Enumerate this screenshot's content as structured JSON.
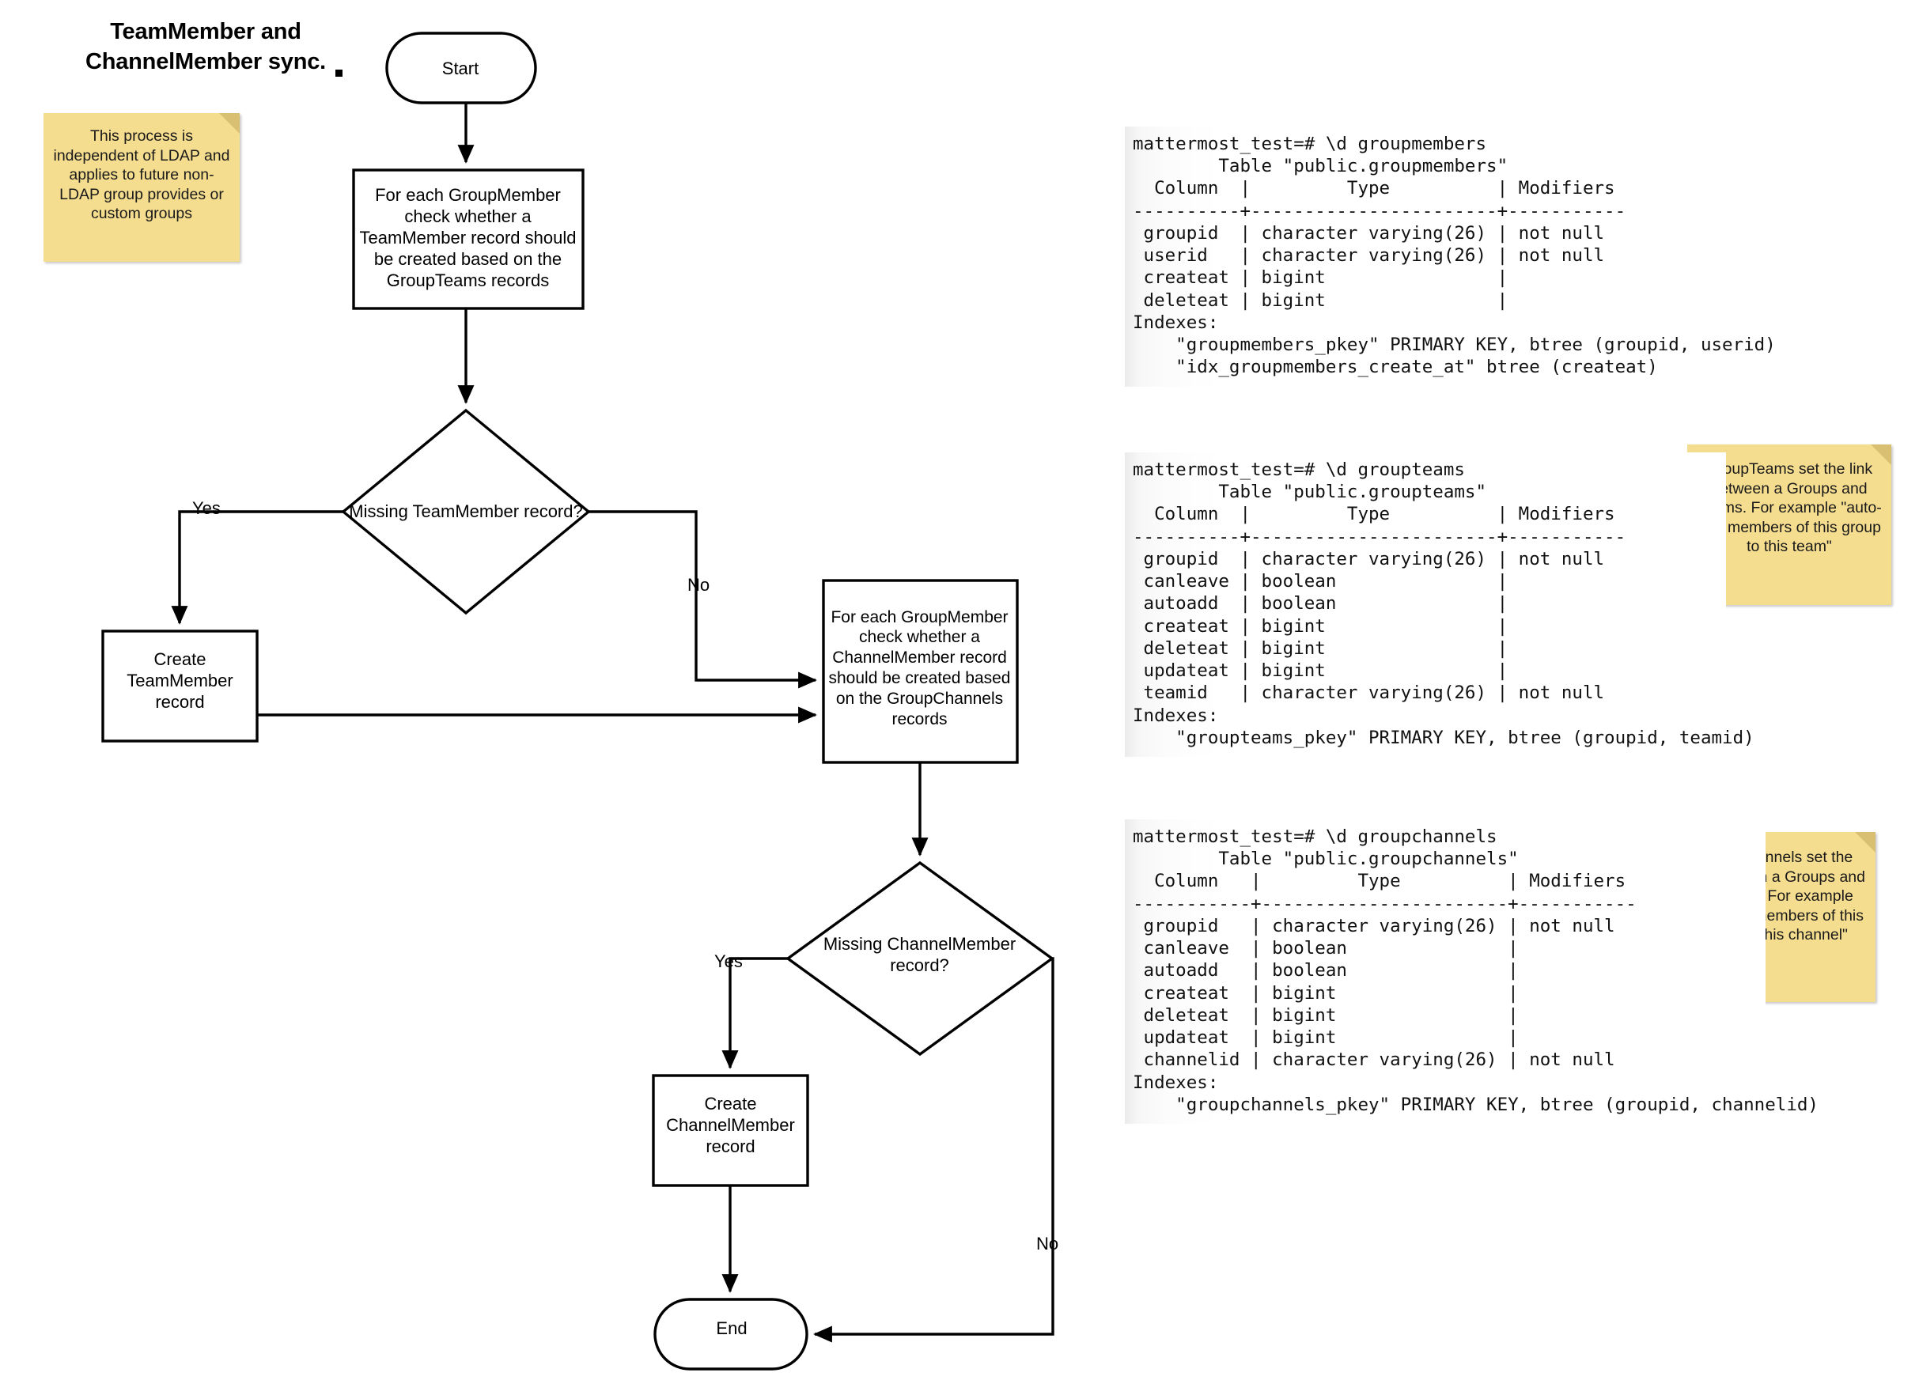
{
  "title": {
    "line1": "TeamMember and",
    "line2": "ChannelMember sync."
  },
  "notes": {
    "ldap": "This process is independent of LDAP and applies to future non-LDAP group provides or custom groups",
    "groupteams": "GroupTeams set the link between a Groups and Teams. For example \"auto-add members of this group to this team\"",
    "groupchannels": "GroupChannels set the link between a Groups and Channels. For example \"auto-add members of this group to this channel\""
  },
  "flowchart": {
    "nodes": {
      "start": "Start",
      "process_teammember": "For each GroupMember check whether a TeamMember record should be created based on the GroupTeams records",
      "decision_teammember": "Missing TeamMember record?",
      "create_teammember": "Create TeamMember record",
      "process_channelmember": "For each GroupMember check whether a ChannelMember record should be created based on the GroupChannels records",
      "decision_channelmember": "Missing ChannelMember record?",
      "create_channelmember": "Create ChannelMember record",
      "end": "End"
    },
    "edge_labels": {
      "yes_teammember": "Yes",
      "no_teammember": "No",
      "yes_channelmember": "Yes",
      "no_channelmember": "No"
    }
  },
  "terminals": {
    "groupmembers": "mattermost_test=# \\d groupmembers\n        Table \"public.groupmembers\"\n  Column  |         Type          | Modifiers\n----------+-----------------------+-----------\n groupid  | character varying(26) | not null\n userid   | character varying(26) | not null\n createat | bigint                |\n deleteat | bigint                |\nIndexes:\n    \"groupmembers_pkey\" PRIMARY KEY, btree (groupid, userid)\n    \"idx_groupmembers_create_at\" btree (createat)",
    "groupteams": "mattermost_test=# \\d groupteams\n        Table \"public.groupteams\"\n  Column  |         Type          | Modifiers\n----------+-----------------------+-----------\n groupid  | character varying(26) | not null\n canleave | boolean               |\n autoadd  | boolean               |\n createat | bigint                |\n deleteat | bigint                |\n updateat | bigint                |\n teamid   | character varying(26) | not null\nIndexes:\n    \"groupteams_pkey\" PRIMARY KEY, btree (groupid, teamid)",
    "groupchannels": "mattermost_test=# \\d groupchannels\n        Table \"public.groupchannels\"\n  Column   |         Type          | Modifiers\n-----------+-----------------------+-----------\n groupid   | character varying(26) | not null\n canleave  | boolean               |\n autoadd   | boolean               |\n createat  | bigint                |\n deleteat  | bigint                |\n updateat  | bigint                |\n channelid | character varying(26) | not null\nIndexes:\n    \"groupchannels_pkey\" PRIMARY KEY, btree (groupid, channelid)"
  },
  "colors": {
    "note_fill": "#f5dd8f",
    "note_fold": "#d8bf72",
    "stroke": "#000000",
    "terminal_bg": "#f2f2f2"
  }
}
